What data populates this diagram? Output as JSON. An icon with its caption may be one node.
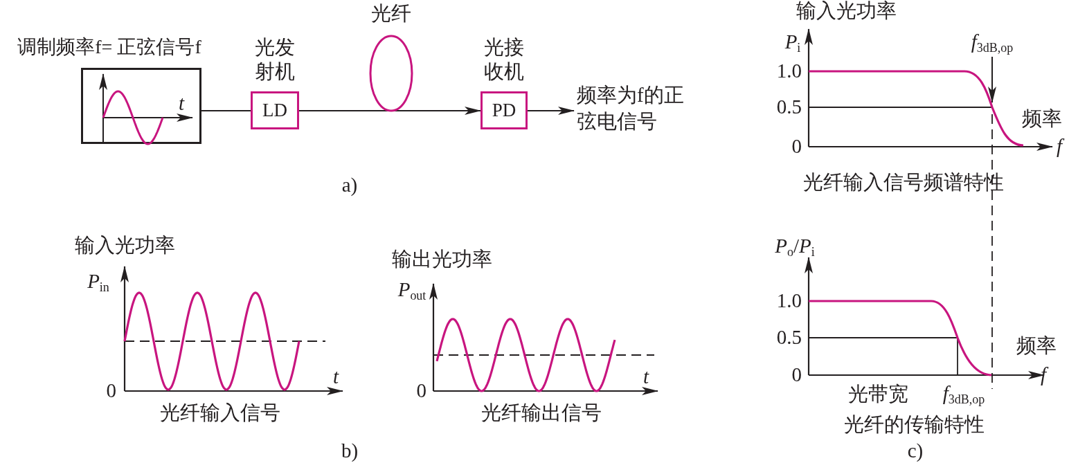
{
  "diagram": {
    "nodes": [
      {
        "text": [
          "调制频率f= 正弦信号f"
        ]
      },
      {
        "text": [
          "光发射机",
          "LD"
        ]
      },
      {
        "text": [
          "光纤"
        ]
      },
      {
        "text": [
          "光接收机",
          "PD"
        ]
      },
      {
        "text": [
          "频率为f的正弦电信号"
        ]
      }
    ],
    "edges": [
      {
        "from": 0,
        "to": 1,
        "arrow": "none"
      },
      {
        "from": 1,
        "to": 2,
        "arrow": "none"
      },
      {
        "from": 2,
        "to": 3,
        "arrow": "to"
      },
      {
        "from": 3,
        "to": 4,
        "arrow": "to"
      }
    ],
    "labels": [
      "*t*",
      "a)",
      "输入光功率",
      "*P*$_{i}$",
      "*f*$_{3dB,op}$",
      "1.0",
      "0.5",
      "频率",
      "0",
      "*f*",
      "光纤输入信号频谱特性",
      "输入光功率",
      "*P*$_{in}$",
      "0",
      "*t*",
      "光纤输入信号",
      "输出光功率",
      "*P*$_{out}$",
      "0",
      "*t*",
      "光纤输出信号",
      "b)",
      "*P*$_{o}$/*P*$_{i}$",
      "1.0",
      "0.5",
      "频率",
      "0",
      "*f*",
      "光带宽",
      "*f*$_{3dB,op}$",
      "光纤的传输特性",
      "c)"
    ]
  }
}
